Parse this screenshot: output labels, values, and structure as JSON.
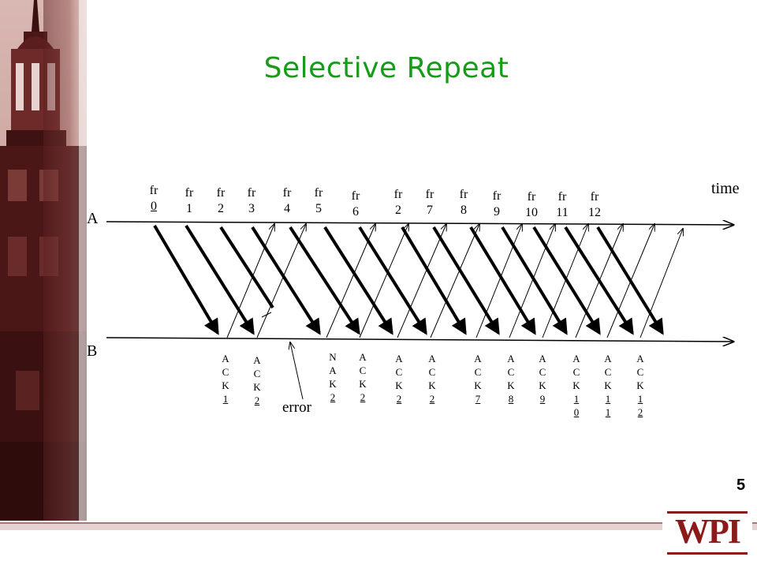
{
  "slide": {
    "title": "Selective Repeat",
    "page_number": "5",
    "logo_text": "WPI"
  },
  "diagram": {
    "label_a": "A",
    "label_b": "B",
    "time_label": "time",
    "error_label": "error",
    "frames": [
      {
        "top": "fr",
        "bottom": "0"
      },
      {
        "top": "fr",
        "bottom": "1"
      },
      {
        "top": "fr",
        "bottom": "2"
      },
      {
        "top": "fr",
        "bottom": "3"
      },
      {
        "top": "fr",
        "bottom": "4"
      },
      {
        "top": "fr",
        "bottom": "5"
      },
      {
        "top": "fr",
        "bottom": "6"
      },
      {
        "top": "fr",
        "bottom": "2"
      },
      {
        "top": "fr",
        "bottom": "7"
      },
      {
        "top": "fr",
        "bottom": "8"
      },
      {
        "top": "fr",
        "bottom": "9"
      },
      {
        "top": "fr",
        "bottom": "10"
      },
      {
        "top": "fr",
        "bottom": "11"
      },
      {
        "top": "fr",
        "bottom": "12"
      }
    ],
    "acks": [
      {
        "chars": [
          "A",
          "C",
          "K",
          "1"
        ]
      },
      {
        "chars": [
          "A",
          "C",
          "K",
          "2"
        ]
      },
      {
        "chars": [
          "N",
          "A",
          "K",
          "2"
        ]
      },
      {
        "chars": [
          "A",
          "C",
          "K",
          "2"
        ]
      },
      {
        "chars": [
          "A",
          "C",
          "K",
          "2"
        ]
      },
      {
        "chars": [
          "A",
          "C",
          "K",
          "2"
        ]
      },
      {
        "chars": [
          "A",
          "C",
          "K",
          "7"
        ]
      },
      {
        "chars": [
          "A",
          "C",
          "K",
          "8"
        ]
      },
      {
        "chars": [
          "A",
          "C",
          "K",
          "9"
        ]
      },
      {
        "chars": [
          "A",
          "C",
          "K",
          "1",
          "0"
        ]
      },
      {
        "chars": [
          "A",
          "C",
          "K",
          "1",
          "1"
        ]
      },
      {
        "chars": [
          "A",
          "C",
          "K",
          "1",
          "2"
        ]
      }
    ]
  },
  "colors": {
    "title": "#1a9a1a",
    "brand": "#8b1a1a",
    "band": "#b08080"
  }
}
